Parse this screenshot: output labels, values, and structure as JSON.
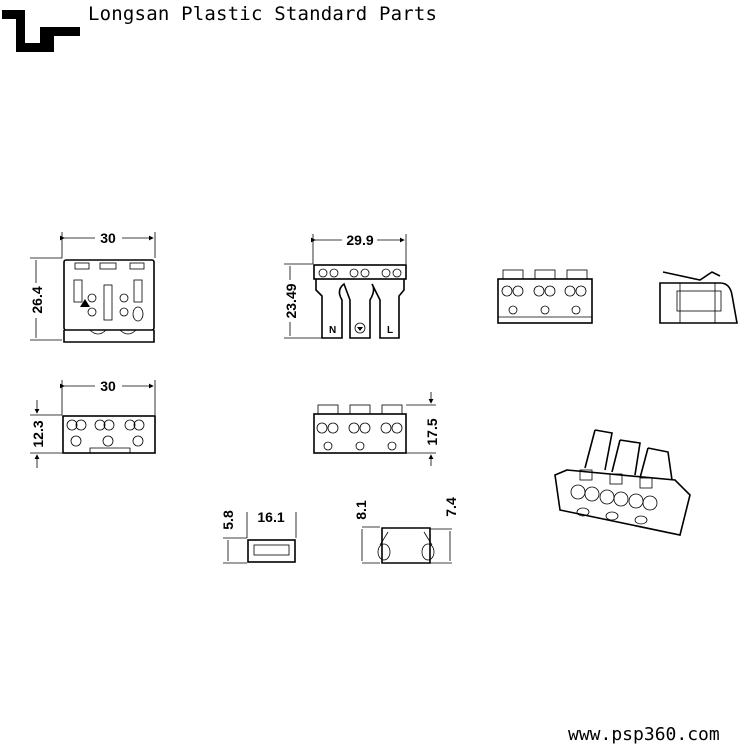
{
  "header": {
    "company_name": "Longsan Plastic Standard Parts",
    "logo_icon": "longsan-logo-icon"
  },
  "views": {
    "top_view": {
      "width": "30",
      "height": "26.4"
    },
    "front_view_with_legs": {
      "width": "29.9",
      "height": "23.49",
      "leg_labels": [
        "N",
        "L"
      ]
    },
    "bottom_view": {
      "width": "30",
      "height": "12.3"
    },
    "front_view": {
      "height": "17.5"
    },
    "end_view": {
      "height": "5.8",
      "width": "16.1"
    },
    "side_view": {
      "left_height": "8.1",
      "right_height": "7.4"
    }
  },
  "footer": {
    "website": "www.psp360.com"
  }
}
